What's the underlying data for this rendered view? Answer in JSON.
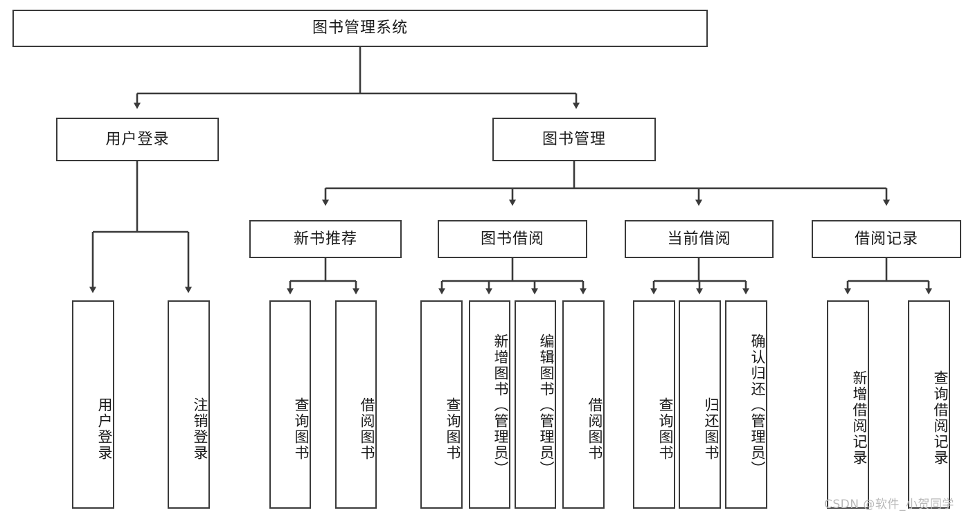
{
  "diagram": {
    "title": "图书管理系统",
    "type": "tree-hierarchy-diagram",
    "watermark": "CSDN @软件_小贺同学",
    "colors": {
      "background": "#ffffff",
      "box_border": "#3a3a3a",
      "box_fill": "#ffffff",
      "connector": "#3a3a3a",
      "text": "#1a1a1a",
      "watermark": "#b9b9b9"
    },
    "root": {
      "id": "root",
      "label": "图书管理系统",
      "orientation": "horizontal"
    },
    "level2": [
      {
        "id": "user-login",
        "label": "用户登录",
        "orientation": "horizontal"
      },
      {
        "id": "book-management",
        "label": "图书管理",
        "orientation": "horizontal"
      }
    ],
    "level3": [
      {
        "id": "new-book-recommend",
        "label": "新书推荐",
        "orientation": "horizontal",
        "parent": "book-management"
      },
      {
        "id": "book-borrow",
        "label": "图书借阅",
        "orientation": "horizontal",
        "parent": "book-management"
      },
      {
        "id": "current-borrow",
        "label": "当前借阅",
        "orientation": "horizontal",
        "parent": "book-management"
      },
      {
        "id": "borrow-record",
        "label": "借阅记录",
        "orientation": "horizontal",
        "parent": "book-management"
      }
    ],
    "leaves": [
      {
        "id": "leaf-user-login",
        "label": "用户登录",
        "parent": "user-login",
        "orientation": "vertical"
      },
      {
        "id": "leaf-logout-login",
        "label": "注销登录",
        "parent": "user-login",
        "orientation": "vertical"
      },
      {
        "id": "leaf-query-book-1",
        "label": "查询图书",
        "parent": "new-book-recommend",
        "orientation": "vertical"
      },
      {
        "id": "leaf-borrow-book-1",
        "label": "借阅图书",
        "parent": "new-book-recommend",
        "orientation": "vertical"
      },
      {
        "id": "leaf-query-book-2",
        "label": "查询图书",
        "parent": "book-borrow",
        "orientation": "vertical"
      },
      {
        "id": "leaf-add-book-admin",
        "label": "新增图书（管理员）",
        "parent": "book-borrow",
        "orientation": "vertical"
      },
      {
        "id": "leaf-edit-book-admin",
        "label": "编辑图书（管理员）",
        "parent": "book-borrow",
        "orientation": "vertical"
      },
      {
        "id": "leaf-borrow-book-2",
        "label": "借阅图书",
        "parent": "book-borrow",
        "orientation": "vertical"
      },
      {
        "id": "leaf-query-book-3",
        "label": "查询图书",
        "parent": "current-borrow",
        "orientation": "vertical"
      },
      {
        "id": "leaf-return-book",
        "label": "归还图书",
        "parent": "current-borrow",
        "orientation": "vertical"
      },
      {
        "id": "leaf-confirm-return-admin",
        "label": "确认归还（管理员）",
        "parent": "current-borrow",
        "orientation": "vertical"
      },
      {
        "id": "leaf-add-borrow-record",
        "label": "新增借阅记录",
        "parent": "borrow-record",
        "orientation": "vertical"
      },
      {
        "id": "leaf-query-borrow-record",
        "label": "查询借阅记录",
        "parent": "borrow-record",
        "orientation": "vertical"
      }
    ]
  }
}
